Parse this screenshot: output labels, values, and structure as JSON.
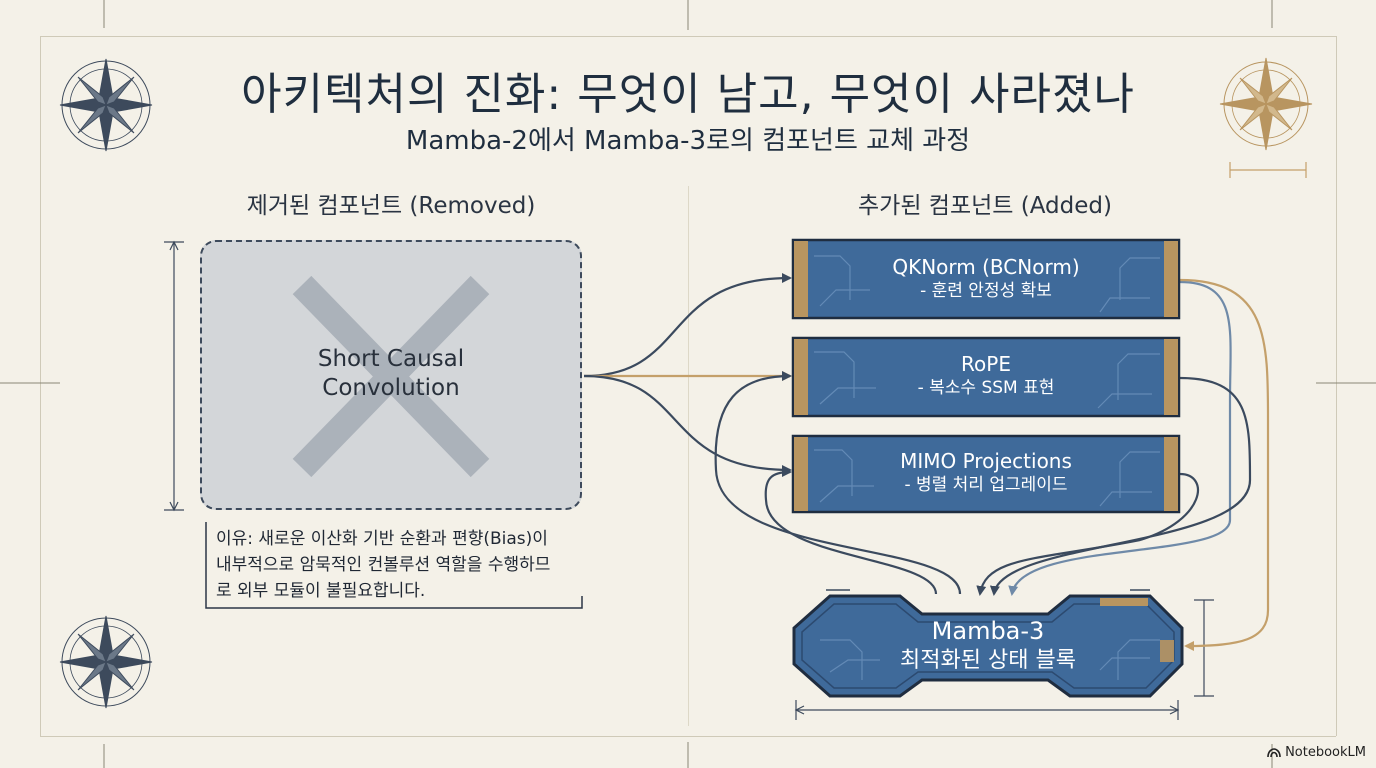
{
  "title": "아키텍처의 진화: 무엇이 남고, 무엇이 사라졌나",
  "subtitle": "Mamba-2에서 Mamba-3로의 컴포넌트 교체 과정",
  "removed": {
    "header": "제거된 컴포넌트 (Removed)",
    "component_line1": "Short Causal",
    "component_line2": "Convolution",
    "reason_line1": "이유: 새로운 이산화 기반 순환과 편향(Bias)이",
    "reason_line2": "내부적으로 암묵적인 컨볼루션 역할을 수행하므",
    "reason_line3": "로 외부 모듈이 불필요합니다."
  },
  "added": {
    "header": "추가된 컴포넌트 (Added)",
    "components": [
      {
        "name": "QKNorm (BCNorm)",
        "desc": "- 훈련 안정성 확보"
      },
      {
        "name": "RoPE",
        "desc": "- 복소수 SSM 표현"
      },
      {
        "name": "MIMO Projections",
        "desc": "- 병렬 처리 업그레이드"
      }
    ]
  },
  "result": {
    "line1": "Mamba-3",
    "line2": "최적화된 상태 블록"
  },
  "brand": "NotebookLM",
  "colors": {
    "background": "#f4f1e8",
    "chip_blue": "#3f6a9a",
    "chip_gold": "#b89560",
    "arrow_dark": "#3b4a5e",
    "arrow_gold": "#c4a06a",
    "arrow_steel": "#6f8aa8"
  }
}
